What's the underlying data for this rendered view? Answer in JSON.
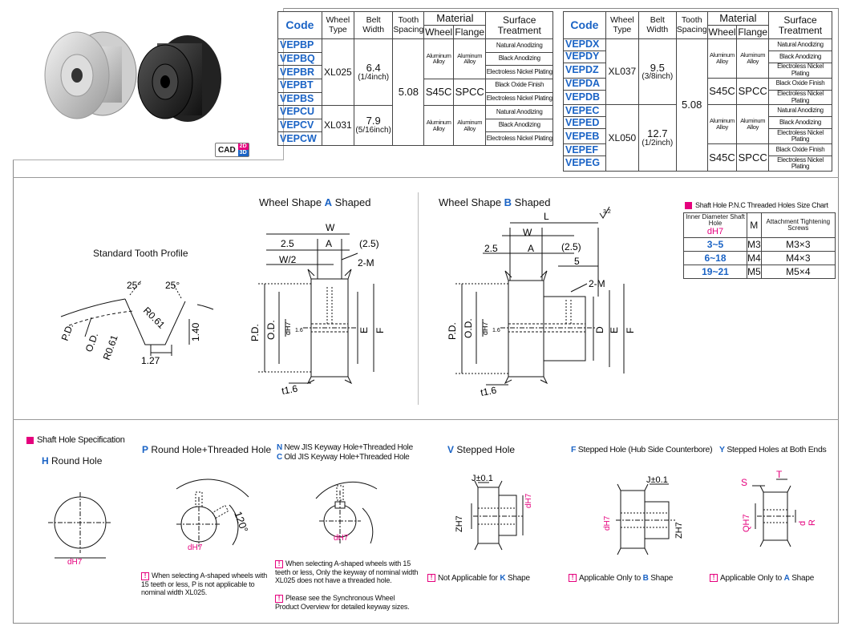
{
  "table1": {
    "headers": {
      "code": "Code",
      "wheel_type": "Wheel Type",
      "belt_width": "Belt Width",
      "tooth_spacing": "Tooth Spacing",
      "material": "Material",
      "wheel": "Wheel",
      "flange": "Flange",
      "surface": "Surface Treatment"
    },
    "codes": [
      "VEPBP",
      "VEPBQ",
      "VEPBR",
      "VEPBT",
      "VEPBS",
      "VEPCU",
      "VEPCV",
      "VEPCW"
    ],
    "wheel_types": [
      "XL025",
      "XL031"
    ],
    "belt_widths": [
      {
        "mm": "6.4",
        "inch": "(1/4inch)"
      },
      {
        "mm": "7.9",
        "inch": "(5/16inch)"
      }
    ],
    "tooth_spacing": "5.08",
    "aluminum": "Aluminum Alloy",
    "s45c": "S45C",
    "spcc": "SPCC",
    "surfaces": [
      "Natural Anodizing",
      "Black Anodizing",
      "Electroless Nickel Plating",
      "Black Oxide Finish",
      "Electroless Nickel Plating",
      "Natural Anodizing",
      "Black Anodizing",
      "Electroless Nickel Plating"
    ]
  },
  "table2": {
    "codes": [
      "VEPDX",
      "VEPDY",
      "VEPDZ",
      "VEPDA",
      "VEPDB",
      "VEPEC",
      "VEPED",
      "VEPEB",
      "VEPEF",
      "VEPEG"
    ],
    "wheel_types": [
      "XL037",
      "XL050"
    ],
    "belt_widths": [
      {
        "mm": "9.5",
        "inch": "(3/8inch)"
      },
      {
        "mm": "12.7",
        "inch": "(1/2inch)"
      }
    ],
    "surfaces": [
      "Natural Anodizing",
      "Black Anodizing",
      "Electroless Nickel Plating",
      "Black Oxide Finish",
      "Electroless Nickel Plating",
      "Natural Anodizing",
      "Black Anodizing",
      "Electroless Nickel Plating",
      "Black Oxide Finish",
      "Electroless Nickel Plating"
    ]
  },
  "cad": {
    "text": "CAD",
    "d2": "2D",
    "d3": "3D"
  },
  "tooth_profile": {
    "title": "Standard Tooth Profile",
    "angle1": "25°",
    "angle2": "25°",
    "pd": "P.D.",
    "od": "O.D.",
    "r1": "R0.61",
    "r2": "R0.61",
    "w": "1.27",
    "h": "1.40"
  },
  "wheel_a": {
    "title_pre": "Wheel Shape ",
    "letter": "A",
    "title_post": " Shaped",
    "w": "W",
    "a": "A",
    "d25": "2.5",
    "d25p": "(2.5)",
    "w2": "W/2",
    "m": "2-M",
    "pd": "P.D.",
    "od": "O.D.",
    "dh7": "dH7",
    "e": "E",
    "f": "F",
    "t16": "t1.6",
    "r16": "1.6"
  },
  "wheel_b": {
    "title_pre": "Wheel Shape ",
    "letter": "B",
    "title_post": " Shaped",
    "l": "L",
    "w": "W",
    "a": "A",
    "d25": "2.5",
    "d25p": "(2.5)",
    "five": "5",
    "m": "2-M",
    "pd": "P.D.",
    "od": "O.D.",
    "dh7": "dH7",
    "d": "D",
    "e": "E",
    "f": "F",
    "t16": "t1.6",
    "r16": "1.6",
    "rough": "3.2"
  },
  "shaft_chart": {
    "title": "Shaft Hole P.N.C Threaded Holes Size Chart",
    "h1": "Inner Diameter Shaft Hole",
    "h1d": "dH7",
    "h2": "M",
    "h3": "Attachment Tightening Screws",
    "rows": [
      {
        "r": "3~5",
        "m": "M3",
        "s": "M3×3"
      },
      {
        "r": "6~18",
        "m": "M4",
        "s": "M4×3"
      },
      {
        "r": "19~21",
        "m": "M5",
        "s": "M5×4"
      }
    ]
  },
  "shaft_spec": {
    "title": "Shaft Hole Specification",
    "h": {
      "letter": "H",
      "label": " Round Hole",
      "d": "dH7"
    },
    "p": {
      "letter": "P",
      "label": " Round Hole+Threaded Hole",
      "angle": "120°",
      "d": "dH7",
      "note": "When selecting A-shaped wheels with 15 teeth or less, P is not applicable to nominal width XL025."
    },
    "nc": {
      "n": "N",
      "nlabel": " New JIS Keyway Hole+Threaded Hole",
      "c": "C",
      "clabel": " Old JIS Keyway Hole+Threaded Hole",
      "d": "dH7",
      "note1": "When selecting A-shaped wheels with 15 teeth or less, Only the keyway of nominal width XL025 does not have a threaded hole.",
      "note2": "Please see the Synchronous Wheel Product Overview for detailed keyway sizes."
    },
    "v": {
      "letter": "V",
      "label": " Stepped Hole",
      "j": "J±0.1",
      "z": "ZH7",
      "d": "dH7",
      "note_pre": "Not Applicable for ",
      "note_k": "K",
      "note_post": " Shape"
    },
    "f": {
      "letter": "F",
      "label": " Stepped Hole (Hub Side Counterbore)",
      "j": "J±0.1",
      "z": "ZH7",
      "d": "dH7",
      "note_pre": "Applicable Only to ",
      "note_b": "B",
      "note_post": " Shape"
    },
    "y": {
      "letter": "Y",
      "label": " Stepped Holes at Both Ends",
      "s": "S",
      "t": "T",
      "q": "QH7",
      "d": "d",
      "r": "R",
      "note_pre": "Applicable Only to ",
      "note_a": "A",
      "note_post": " Shape"
    }
  }
}
